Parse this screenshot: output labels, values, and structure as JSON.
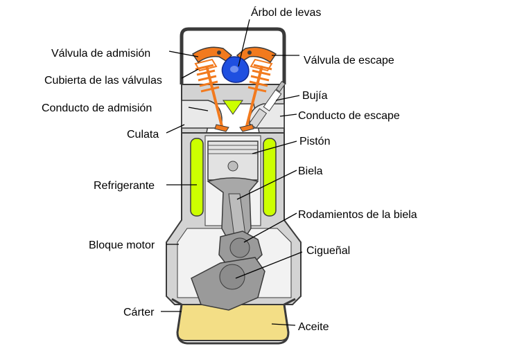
{
  "colors": {
    "background": "#ffffff",
    "metal": "#d3d3d3",
    "metal_outline": "#3a3a3a",
    "coolant": "#ccff00",
    "rocker_orange": "#f27a1e",
    "camshaft": "#1f4fe0",
    "oil": "#f3de86",
    "piston": "#e2e2e2",
    "rod_gray": "#a8a8a8",
    "crank_gray": "#8c8c8c"
  },
  "labels": {
    "camshaft": "Árbol de levas",
    "intake_valve": "Válvula de admisión",
    "exhaust_valve": "Válvula de escape",
    "valve_cover": "Cubierta de las válvulas",
    "spark_plug": "Bujía",
    "intake_port": "Conducto de admisión",
    "exhaust_port": "Conducto de escape",
    "cylinder_head": "Culata",
    "piston": "Pistón",
    "connecting_rod": "Biela",
    "coolant": "Refrigerante",
    "rod_bearings": "Rodamientos de la biela",
    "engine_block": "Bloque motor",
    "crankshaft": "Cigueñal",
    "crankcase": "Cárter",
    "oil": "Aceite"
  }
}
